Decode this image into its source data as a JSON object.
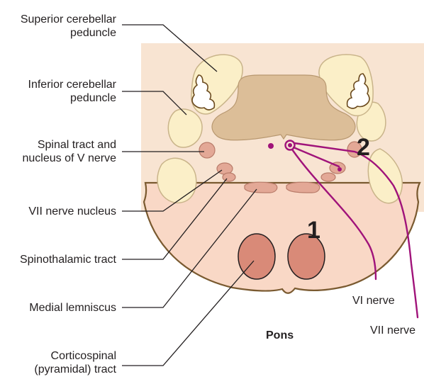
{
  "labels": {
    "superior_cerebellar_peduncle": [
      "Superior cerebellar",
      "peduncle"
    ],
    "inferior_cerebellar_peduncle": [
      "Inferior cerebellar",
      "peduncle"
    ],
    "spinal_tract_v": [
      "Spinal tract and",
      "nucleus of V nerve"
    ],
    "vii_nerve_nucleus": "VII nerve nucleus",
    "spinothalamic_tract": "Spinothalamic tract",
    "medial_lemniscus": "Medial lemniscus",
    "corticospinal_tract": [
      "Corticospinal",
      "(pyramidal) tract"
    ],
    "vi_nerve": "VI nerve",
    "vii_nerve": "VII nerve",
    "pons": "Pons",
    "marker_1": "1",
    "marker_2": "2"
  },
  "colors": {
    "background_block": "#f8e4d2",
    "pons_body": "#f9d8c6",
    "ventricle": "#dcbe98",
    "peduncle": "#fbefc8",
    "nucleus": "#e3a896",
    "pyramid": "#d98a78",
    "nerve": "#a0137a",
    "outline": "#6b4a1e",
    "leader": "#231f20"
  }
}
